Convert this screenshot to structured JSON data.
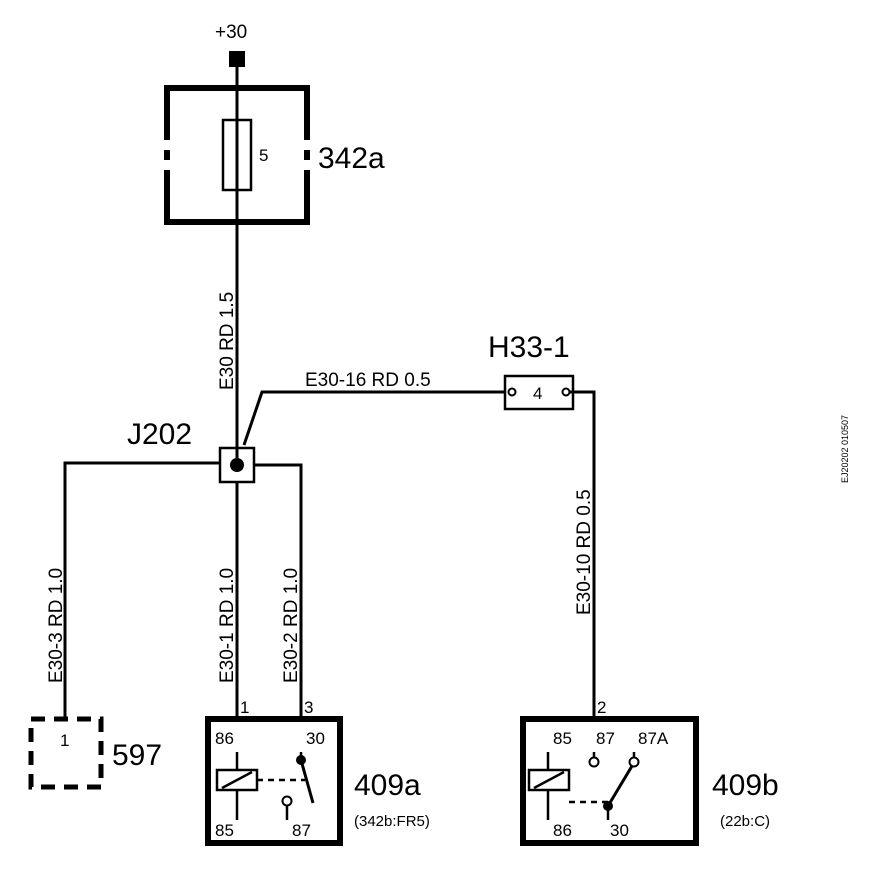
{
  "supply": {
    "label": "+30"
  },
  "fusebox": {
    "id": "342a",
    "fuse_number": "5"
  },
  "splice": {
    "id": "J202"
  },
  "connector_h33": {
    "id": "H33-1",
    "pin": "4"
  },
  "wires": {
    "main": "E30  RD  1.5",
    "to_h33": "E30-16  RD  0.5",
    "to_597": "E30-3  RD  1.0",
    "to_409a_86": "E30-1  RD  1.0",
    "to_409a_30": "E30-2  RD  1.0",
    "to_409b": "E30-10  RD  0.5"
  },
  "component_597": {
    "id": "597",
    "pin": "1"
  },
  "relay_409a": {
    "id": "409a",
    "ref": "(342b:FR5)",
    "pin_86": "86",
    "pin_30": "30",
    "pin_85": "85",
    "pin_87": "87",
    "terminal_left": "1",
    "terminal_right": "3"
  },
  "relay_409b": {
    "id": "409b",
    "ref": "(22b:C)",
    "pin_85": "85",
    "pin_87": "87",
    "pin_87a": "87A",
    "pin_86": "86",
    "pin_30": "30",
    "terminal": "2"
  },
  "side_code": "EJ20202 010507"
}
